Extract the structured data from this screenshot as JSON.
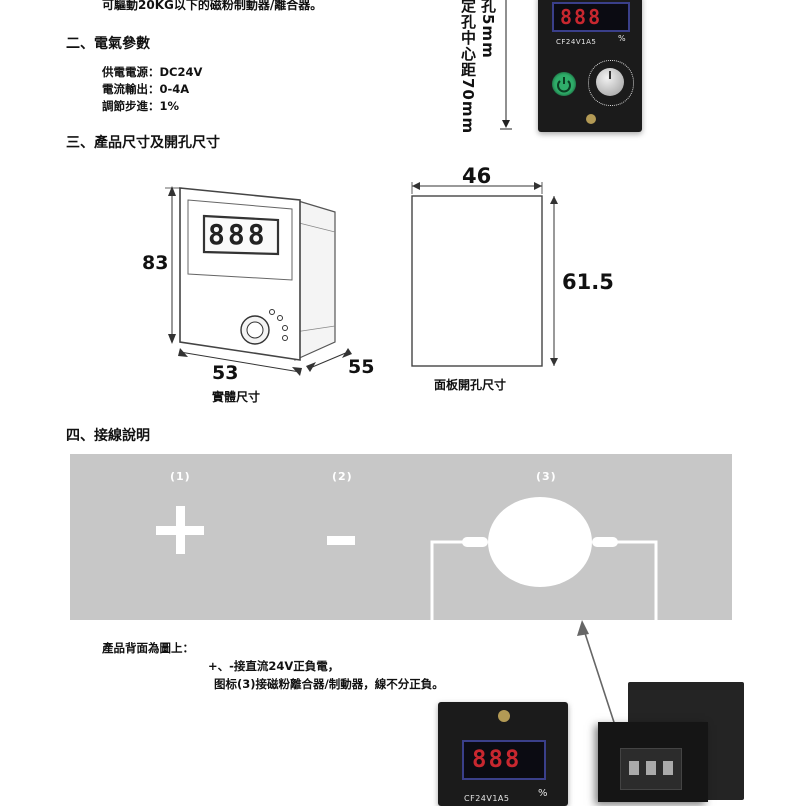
{
  "intro_text": "可驅動20KG以下的磁粉制動器/離合器。",
  "section2": {
    "title": "二、電氣參數",
    "specs": [
      "供電電源：DC24V",
      "電流輸出：0-4A",
      "調節步進：1%"
    ]
  },
  "top_device": {
    "vertical_label_1": "孔5mm",
    "vertical_label_2": "定孔中心距70mm",
    "led_display": "888",
    "model": "CF24V1A5",
    "unit": "%"
  },
  "section3": {
    "title": "三、產品尺寸及開孔尺寸",
    "body_dims": {
      "height": "83",
      "width": "53",
      "depth": "55"
    },
    "body_caption": "實體尺寸",
    "body_led": "888",
    "cutout_dims": {
      "width": "46",
      "height": "61.5"
    },
    "cutout_caption": "面板開孔尺寸"
  },
  "section4": {
    "title": "四、接線說明",
    "terminals": [
      {
        "number": "(1)",
        "symbol": "+"
      },
      {
        "number": "(2)",
        "symbol": "-"
      },
      {
        "number": "(3)",
        "symbol": ""
      }
    ],
    "notes_title": "產品背面為圖上：",
    "notes": [
      "+、-接直流24V正負電，",
      "图标(3)接磁粉離合器/制動器，線不分正負。"
    ]
  },
  "bottom_device": {
    "led_display": "888",
    "model": "CF24V1A5",
    "unit": "%"
  },
  "colors": {
    "panel_gray": "#c7c7c7",
    "led_red": "#c8272f",
    "power_button_green": "#2fae6a",
    "device_black": "#1b1b1b"
  }
}
